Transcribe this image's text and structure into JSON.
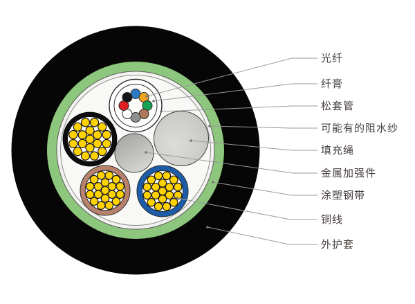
{
  "diagram": {
    "type": "cable-cross-section",
    "description_labels_count": 9
  },
  "colors": {
    "outer_sheath": "#060606",
    "coated_steel_tape": "#8dc77d",
    "water_blocking_layer": "#f2f2f0",
    "core_background": "#f8f8f6",
    "filler_rope_gray": "#c9c9c7",
    "strength_member_gray": "#b2b2b0",
    "copper_wire_yellow": "#ffd200",
    "leader_line_gray": "#9a9a9a",
    "label_text": "#46403e"
  },
  "cable": {
    "loose_tube": {
      "fiber_count": 8,
      "fiber_colors": [
        {
          "name": "blue",
          "hex": "#2b7bc4"
        },
        {
          "name": "orange",
          "hex": "#efa51f"
        },
        {
          "name": "green",
          "hex": "#16a254"
        },
        {
          "name": "brown",
          "hex": "#ad7a5c"
        },
        {
          "name": "slate",
          "hex": "#8f8f8f"
        },
        {
          "name": "white",
          "hex": "#ffffff"
        },
        {
          "name": "red",
          "hex": "#df1f1f"
        },
        {
          "name": "black",
          "hex": "#161616"
        }
      ]
    },
    "copper_bundles": [
      {
        "position": "left",
        "ring_color_name": "black",
        "ring_hex": "#0d0d0d",
        "wire_count": 19
      },
      {
        "position": "bottom-left",
        "ring_color_name": "brown",
        "ring_hex": "#b9826d",
        "wire_count": 19
      },
      {
        "position": "bottom-right",
        "ring_color_name": "blue",
        "ring_hex": "#1c5ca8",
        "wire_count": 19
      }
    ]
  },
  "labels": [
    {
      "id": "optical-fiber",
      "text": "光纤"
    },
    {
      "id": "fiber-gel",
      "text": "纤膏"
    },
    {
      "id": "loose-tube",
      "text": "松套管"
    },
    {
      "id": "water-blocking-yarn",
      "text": "可能有的阻水纱"
    },
    {
      "id": "filler-rope",
      "text": "填充绳"
    },
    {
      "id": "metal-strength-member",
      "text": "金属加强件"
    },
    {
      "id": "coated-steel-tape",
      "text": "涂塑钢带"
    },
    {
      "id": "copper-wire",
      "text": "铜线"
    },
    {
      "id": "outer-sheath",
      "text": "外护套"
    }
  ]
}
